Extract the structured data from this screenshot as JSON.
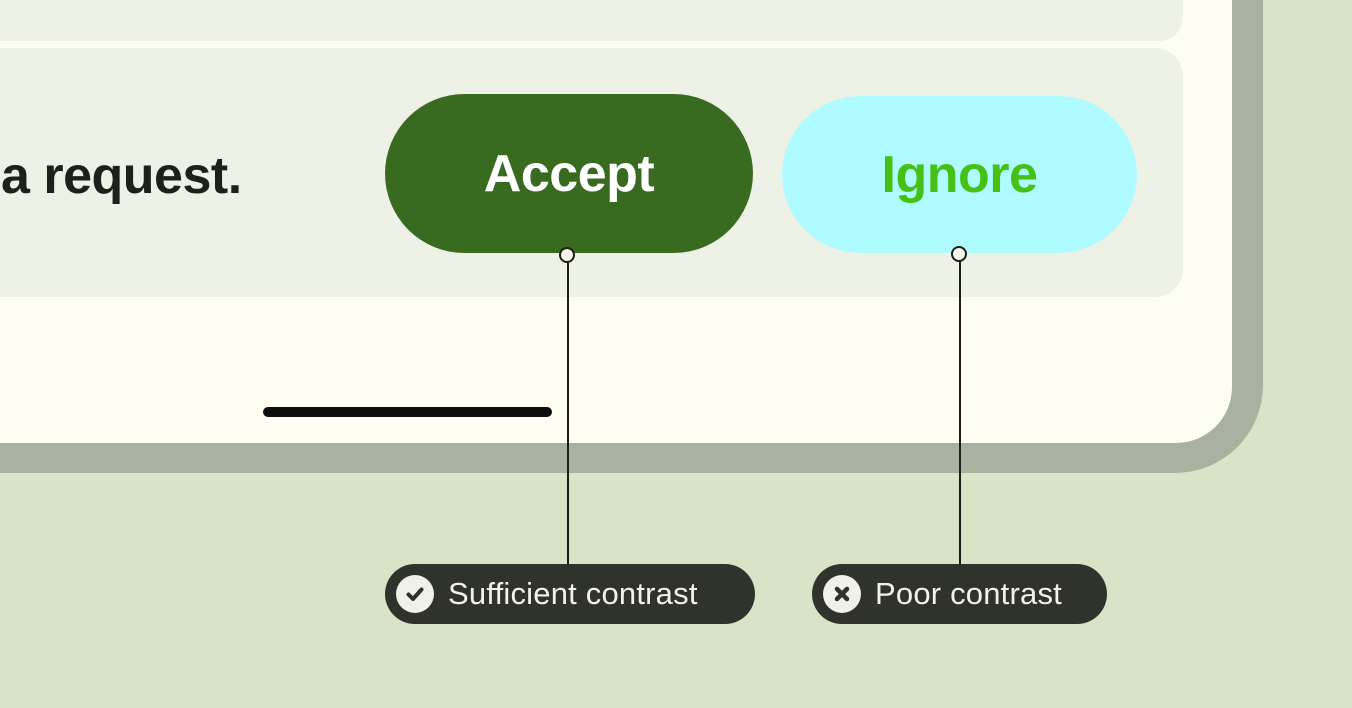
{
  "colors": {
    "outer_background": "#d8e4c5",
    "device_frame": "#a9b2a0",
    "device_screen": "#fdfdf2",
    "card_surface": "#eef1e6",
    "message_text": "#1d211c",
    "accept_bg": "#386a20",
    "accept_text": "#ffffff",
    "ignore_bg": "#aefcff",
    "ignore_text": "#46c014",
    "home_indicator": "#0d0d0d",
    "callout_bg": "#2f332b",
    "callout_text": "#f2f2e9",
    "callout_icon_bg": "#f2f1e9",
    "callout_icon_glyph": "#2f332b",
    "connector": "#1b1d17"
  },
  "mock_ui": {
    "message_text": "a request.",
    "accept_button": {
      "label": "Accept"
    },
    "ignore_button": {
      "label": "Ignore"
    }
  },
  "annotations": {
    "sufficient": {
      "label": "Sufficient contrast",
      "icon": "check-icon"
    },
    "poor": {
      "label": "Poor contrast",
      "icon": "x-icon"
    }
  }
}
